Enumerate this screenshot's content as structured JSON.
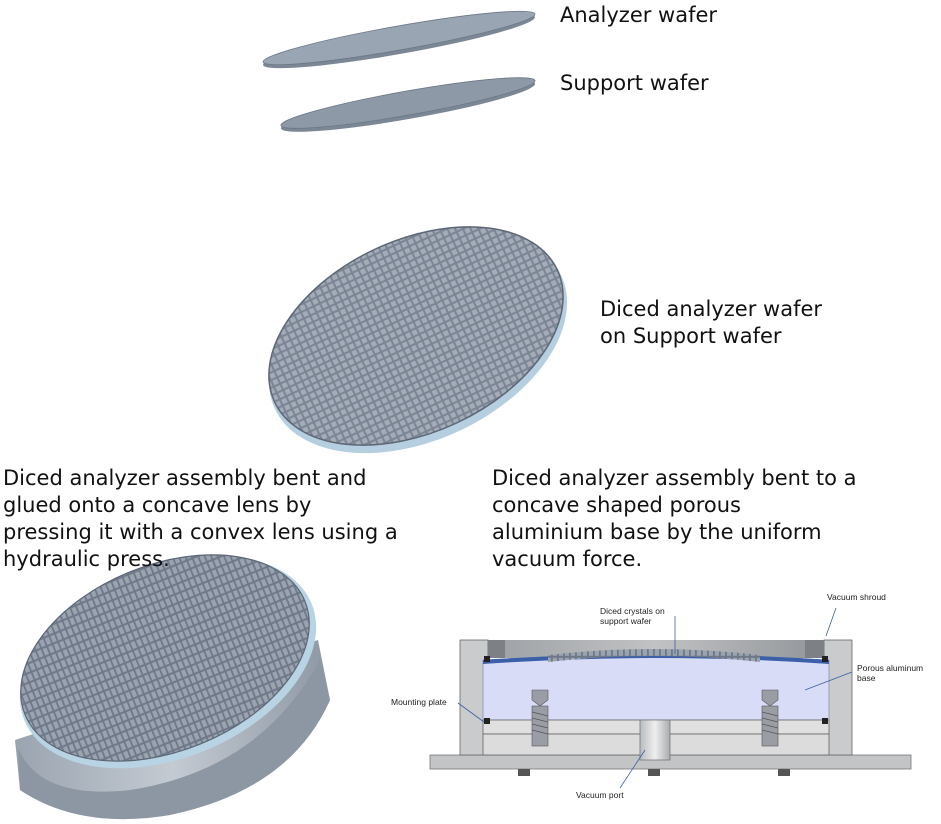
{
  "labels": {
    "analyzer_wafer": "Analyzer wafer",
    "support_wafer": "Support wafer",
    "diced_on_support": [
      "Diced analyzer wafer",
      "on Support wafer"
    ],
    "bent_lens": [
      "Diced analyzer assembly bent and",
      "glued onto a concave lens by",
      "pressing it with a convex lens using a",
      "hydraulic press."
    ],
    "bent_vacuum": [
      "Diced analyzer assembly bent to a",
      "concave shaped porous",
      "aluminium base by the uniform",
      "vacuum force."
    ]
  },
  "section": {
    "diced_crystals": [
      "Diced crystals on",
      "support wafer"
    ],
    "vacuum_shroud": "Vacuum shroud",
    "porous_base": [
      "Porous aluminum",
      "base"
    ],
    "mounting_plate": "Mounting plate",
    "vacuum_port": "Vacuum port"
  },
  "colors": {
    "wafer": "#8e9aa8",
    "crystal_grid": "#5c6675",
    "porous_base": "#d9dcf7",
    "housing": "#c8cacc"
  }
}
